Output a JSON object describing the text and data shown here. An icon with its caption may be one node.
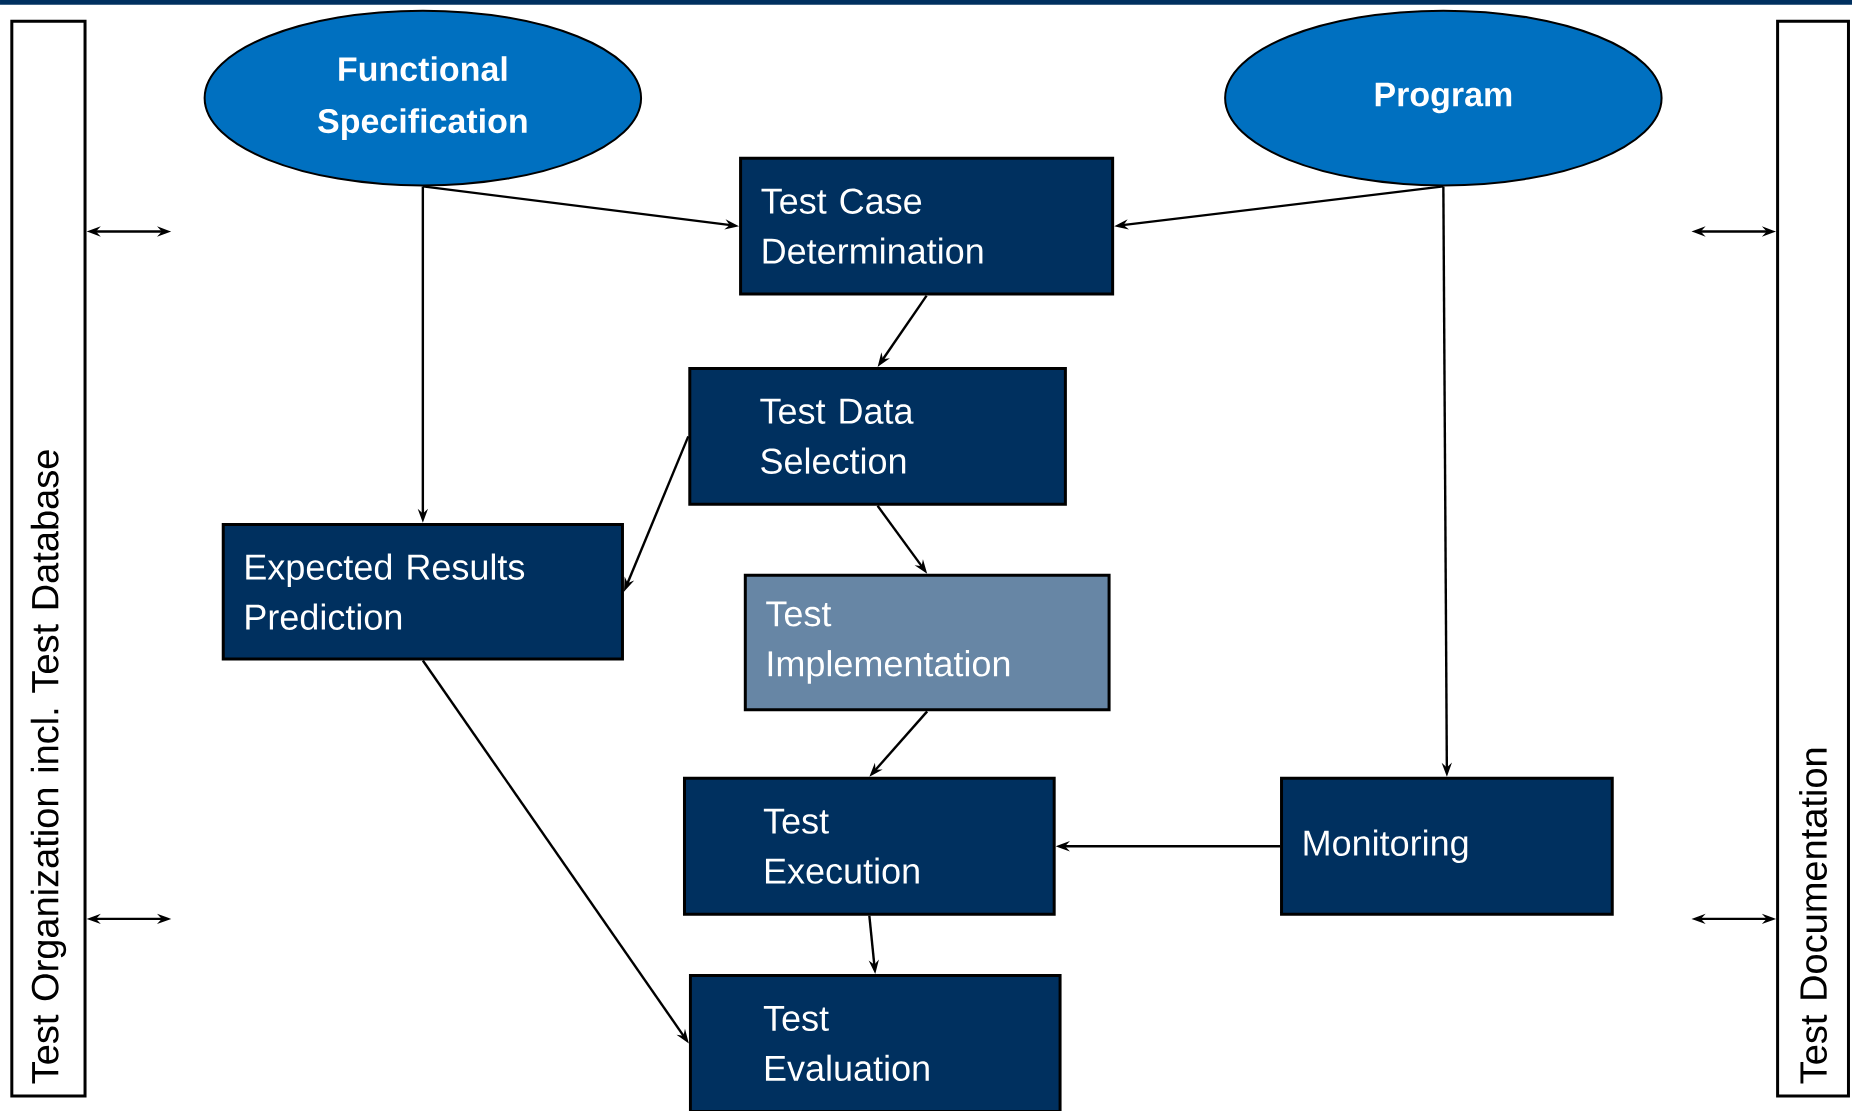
{
  "diagram": {
    "nodes": [
      {
        "text": [
          "Functional Specification"
        ]
      },
      {
        "text": [
          "Program"
        ]
      },
      {
        "text": [
          "Test Case Determination"
        ]
      },
      {
        "text": [
          "Test Data Selection"
        ]
      },
      {
        "text": [
          "Expected Results Prediction"
        ]
      },
      {
        "text": [
          "Test Implementation"
        ]
      },
      {
        "text": [
          "Test Execution"
        ]
      },
      {
        "text": [
          "Monitoring"
        ]
      },
      {
        "text": [
          "Test Evaluation"
        ]
      },
      {
        "text": [
          "Test Organization incl. Test Database"
        ]
      },
      {
        "text": [
          "Test Documentation"
        ]
      }
    ],
    "edges": [
      {
        "from": 0,
        "to": 2,
        "arrow": "to"
      },
      {
        "from": 1,
        "to": 2,
        "arrow": "to"
      },
      {
        "from": 0,
        "to": 4,
        "arrow": "to"
      },
      {
        "from": 2,
        "to": 3,
        "arrow": "to"
      },
      {
        "from": 3,
        "to": 4,
        "arrow": "to"
      },
      {
        "from": 3,
        "to": 5,
        "arrow": "to"
      },
      {
        "from": 5,
        "to": 6,
        "arrow": "to"
      },
      {
        "from": 6,
        "to": 8,
        "arrow": "to"
      },
      {
        "from": 4,
        "to": 8,
        "arrow": "to"
      },
      {
        "from": 1,
        "to": 7,
        "arrow": "to"
      },
      {
        "from": 7,
        "to": 6,
        "arrow": "to"
      },
      {
        "from": 9,
        "to": null,
        "arrow": "both"
      },
      {
        "from": 9,
        "to": null,
        "arrow": "both"
      },
      {
        "from": 10,
        "to": null,
        "arrow": "both"
      },
      {
        "from": 10,
        "to": null,
        "arrow": "both"
      }
    ]
  }
}
